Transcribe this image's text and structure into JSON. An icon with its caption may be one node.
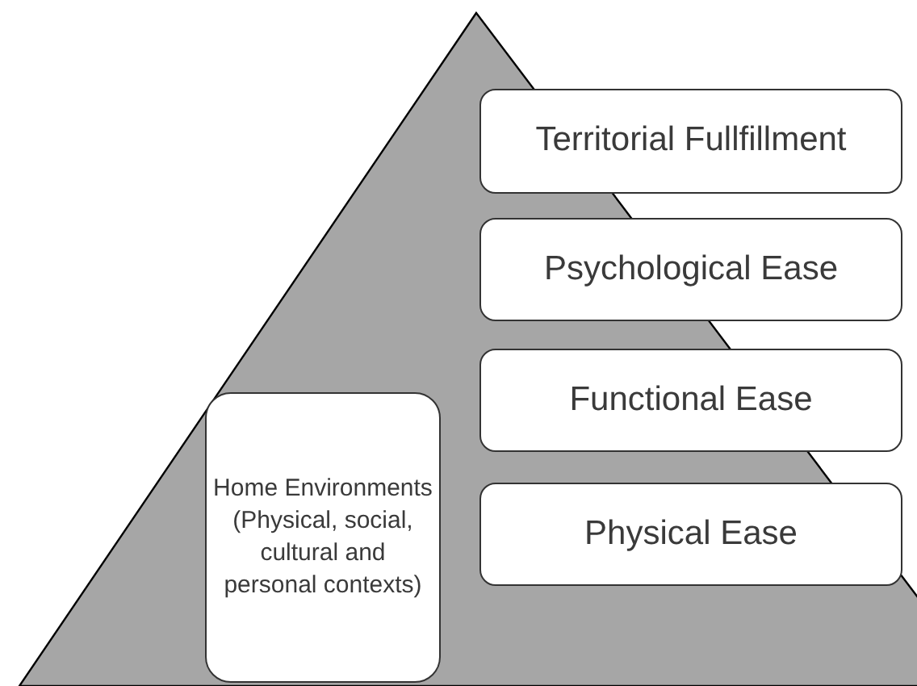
{
  "diagram": {
    "nodes": [
      {
        "text": [
          "Territorial Fullfillment"
        ]
      },
      {
        "text": [
          "Psychological Ease"
        ]
      },
      {
        "text": [
          "Functional Ease"
        ]
      },
      {
        "text": [
          "Physical Ease"
        ]
      },
      {
        "text": [
          "Home Environments (Physical, social, cultural and personal contexts)"
        ]
      }
    ]
  }
}
